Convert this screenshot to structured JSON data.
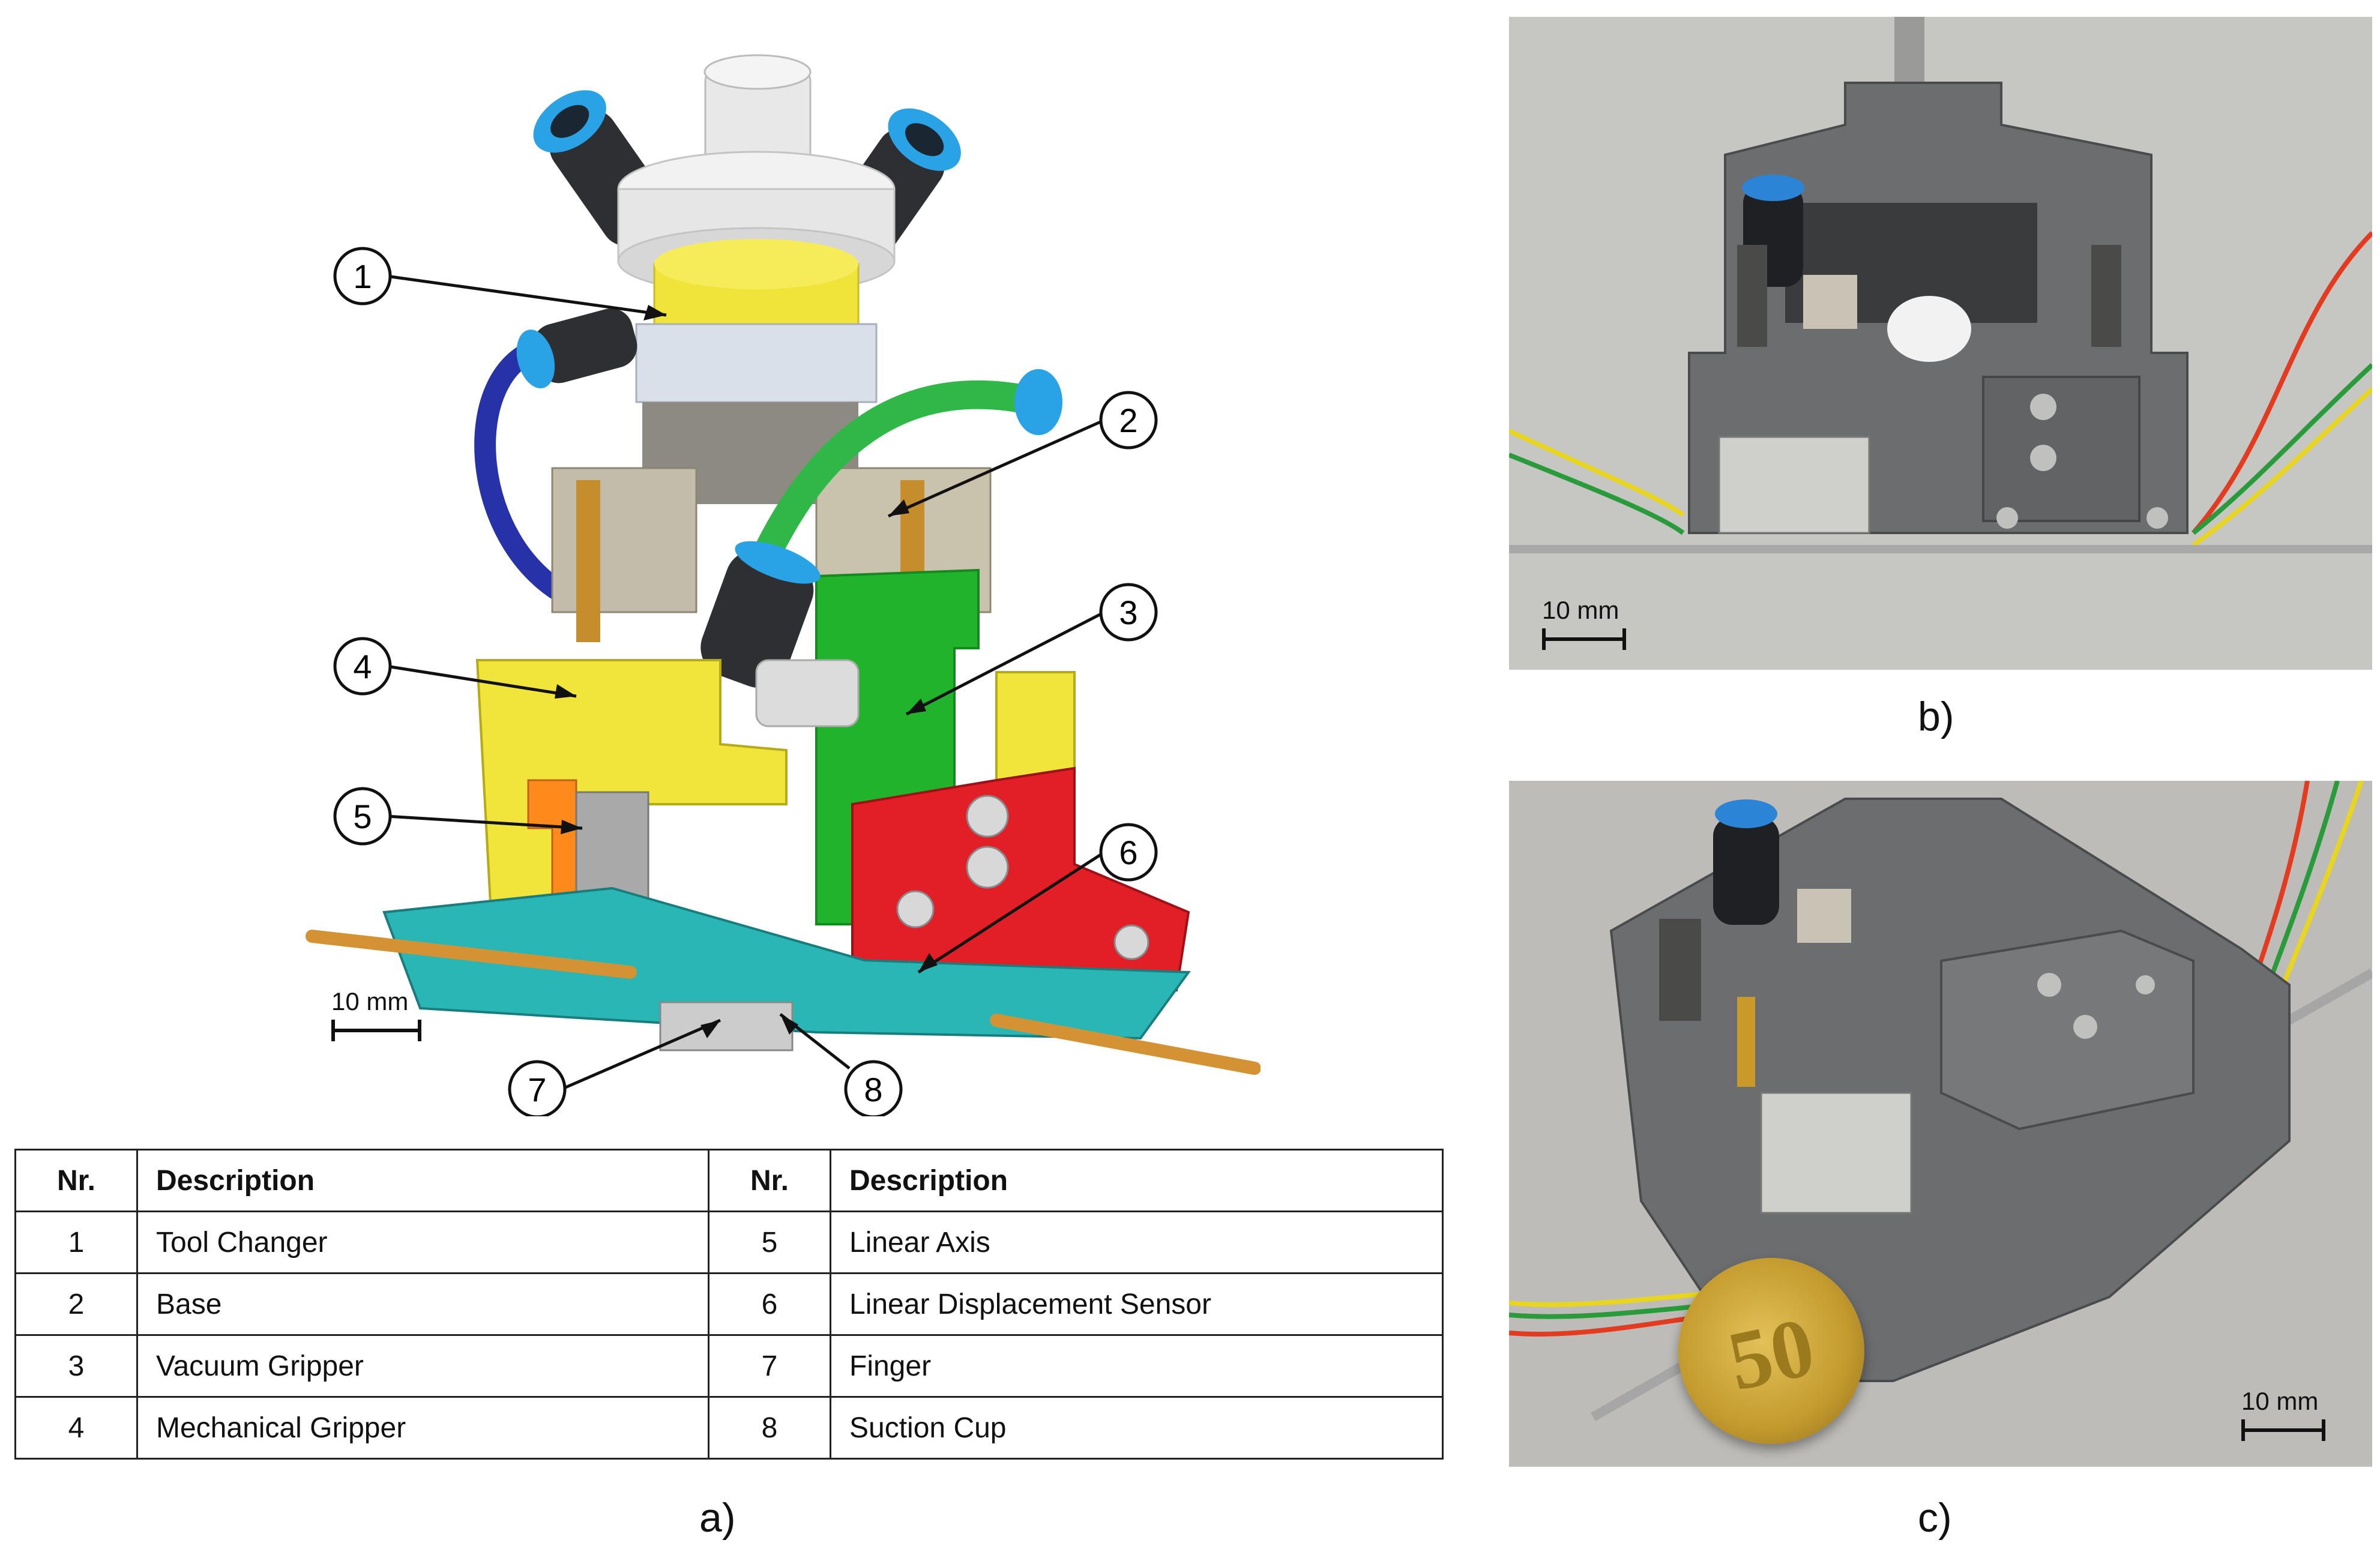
{
  "callouts": [
    "1",
    "2",
    "3",
    "4",
    "5",
    "6",
    "7",
    "8"
  ],
  "scale_label": "10 mm",
  "legend": {
    "headers": {
      "nr": "Nr.",
      "description": "Description"
    },
    "rows": [
      {
        "left_nr": "1",
        "left_desc": "Tool Changer",
        "right_nr": "5",
        "right_desc": "Linear Axis"
      },
      {
        "left_nr": "2",
        "left_desc": "Base",
        "right_nr": "6",
        "right_desc": "Linear Displacement Sensor"
      },
      {
        "left_nr": "3",
        "left_desc": "Vacuum Gripper",
        "right_nr": "7",
        "right_desc": "Finger"
      },
      {
        "left_nr": "4",
        "left_desc": "Mechanical Gripper",
        "right_nr": "8",
        "right_desc": "Suction Cup"
      }
    ]
  },
  "panel_labels": {
    "a": "a)",
    "b": "b)",
    "c": "c)"
  },
  "coin_label": "50",
  "colors": {
    "tool_changer": "#f0e43a",
    "base": "#b9b2a1",
    "vacuum_gripper": "#22b32d",
    "mechanical_gripper": "#f1e53c",
    "linear_axis": "#ff8a1c",
    "sensor": "#e21f26",
    "plate": "#2bb6b6",
    "fitting_blue": "#2aa6e8",
    "hose_green": "#2fb847",
    "hose_blue": "#2732a8",
    "printed_grey": "#6c6d6e"
  }
}
